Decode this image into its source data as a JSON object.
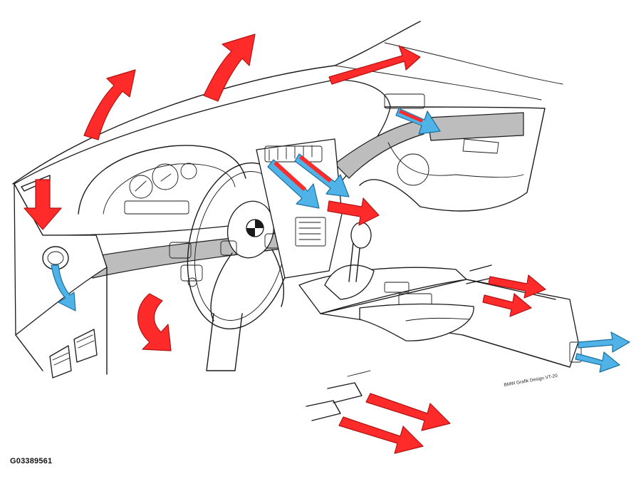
{
  "figure_id": "G03389561",
  "credit_text": "BMW Grafik Design VT-20",
  "colors": {
    "warm_air_arrow": "#ff2a2a",
    "cool_air_arrow": "#4fb3e8",
    "line_art": "#1a1a1a",
    "background": "#ffffff"
  },
  "arrows": {
    "warm": [
      "defrost-left-arrow",
      "defrost-center-arrow",
      "side-window-arrow",
      "left-vent-down-arrow",
      "footwell-left-arrow",
      "center-vent-right-arrow",
      "rear-footwell-upper-arrow",
      "rear-footwell-lower-arrow",
      "console-rear-upper-arrow",
      "console-rear-lower-arrow"
    ],
    "cool": [
      "left-vent-arrow",
      "center-vent-arrow-1",
      "center-vent-arrow-2",
      "right-vent-arrow",
      "console-rear-cool-upper-arrow",
      "console-rear-cool-lower-arrow"
    ]
  }
}
